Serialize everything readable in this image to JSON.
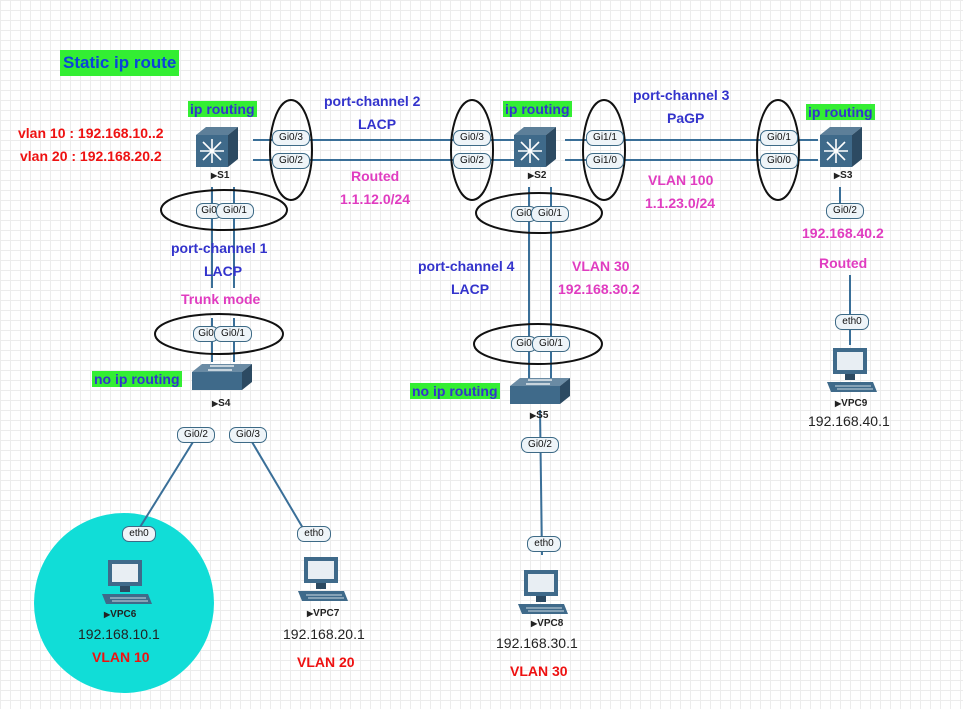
{
  "title": "Static ip route",
  "devices": {
    "s1": "S1",
    "s2": "S2",
    "s3": "S3",
    "s4": "S4",
    "s5": "S5",
    "vpc6": "VPC6",
    "vpc7": "VPC7",
    "vpc8": "VPC8",
    "vpc9": "VPC9"
  },
  "badges": {
    "s1": "ip routing",
    "s2": "ip routing",
    "s3": "ip routing",
    "s4": "no ip routing",
    "s5": "no ip routing"
  },
  "s1_vlans": [
    "vlan 10 : 192.168.10..2",
    "vlan 20 : 192.168.20.2"
  ],
  "pc2": {
    "name": "port-channel 2",
    "proto": "LACP",
    "mode": "Routed",
    "subnet": "1.1.12.0/24"
  },
  "pc3": {
    "name": "port-channel 3",
    "proto": "PaGP",
    "vlan": "VLAN 100",
    "subnet": "1.1.23.0/24"
  },
  "pc1": {
    "name": "port-channel 1",
    "proto": "LACP",
    "mode": "Trunk mode"
  },
  "pc4": {
    "name": "port-channel 4",
    "proto": "LACP"
  },
  "s2_s5": {
    "vlan": "VLAN 30",
    "ip": "192.168.30.2"
  },
  "s3_vpc9": {
    "ip": "192.168.40.2",
    "mode": "Routed"
  },
  "ports": {
    "s1_gi03": "Gi0/3",
    "s1_gi02": "Gi0/2",
    "s2_gi03": "Gi0/3",
    "s2_gi02": "Gi0/2",
    "s2_gi11": "Gi1/1",
    "s2_gi10": "Gi1/0",
    "s3_gi01": "Gi0/1",
    "s3_gi00": "Gi0/0",
    "s1_gi00": "Gi0",
    "s1_gi01": "Gi0/1",
    "s4_gi00": "Gi0",
    "s4_gi01": "Gi0/1",
    "s2_gi00": "Gi0",
    "s2_gi01": "Gi0/1",
    "s5_gi00": "Gi0",
    "s5_gi01": "Gi0/1",
    "s3_gi02": "Gi0/2",
    "s4_gi02": "Gi0/2",
    "s4_gi03": "Gi0/3",
    "s5_gi02": "Gi0/2",
    "vpc6_eth0": "eth0",
    "vpc7_eth0": "eth0",
    "vpc8_eth0": "eth0",
    "vpc9_eth0": "eth0"
  },
  "hosts": {
    "vpc6": {
      "ip": "192.168.10.1",
      "vlan": "VLAN 10"
    },
    "vpc7": {
      "ip": "192.168.20.1",
      "vlan": "VLAN 20"
    },
    "vpc8": {
      "ip": "192.168.30.1",
      "vlan": "VLAN 30"
    },
    "vpc9": {
      "ip": "192.168.40.1"
    }
  },
  "colors": {
    "link": "#3a6f98",
    "cyan_zone": "#11ddd7",
    "badge": "#33ee33",
    "blue_text": "#3333cc",
    "magenta_text": "#e03cc0",
    "red_text": "#ee1111"
  }
}
